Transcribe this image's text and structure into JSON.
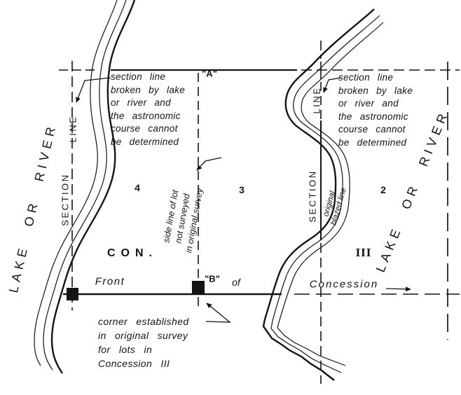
{
  "figure": {
    "colors": {
      "ink": "#141414",
      "paper": "#ffffff"
    },
    "labels": {
      "a": "\"A\"",
      "b": "\"B\"",
      "lot4": "4",
      "lot3": "3",
      "lot2": "2",
      "con": "CON.",
      "numeral": "III",
      "front": "Front",
      "of": "of",
      "concession": "Concession",
      "section": "SECTION",
      "line": "LINE",
      "lake_or_river": "LAKE OR RIVER"
    },
    "notes": {
      "section_broken": [
        "section line",
        "broken by lake",
        "or river and",
        "the astronomic",
        "course cannot",
        "be determined"
      ],
      "side_line": [
        "side line of lot",
        "not surveyed",
        "in original survey"
      ],
      "blazed": [
        "original",
        "blazed line"
      ],
      "corner": [
        "corner established",
        "in original survey",
        "for lots in",
        "Concession III"
      ]
    }
  }
}
